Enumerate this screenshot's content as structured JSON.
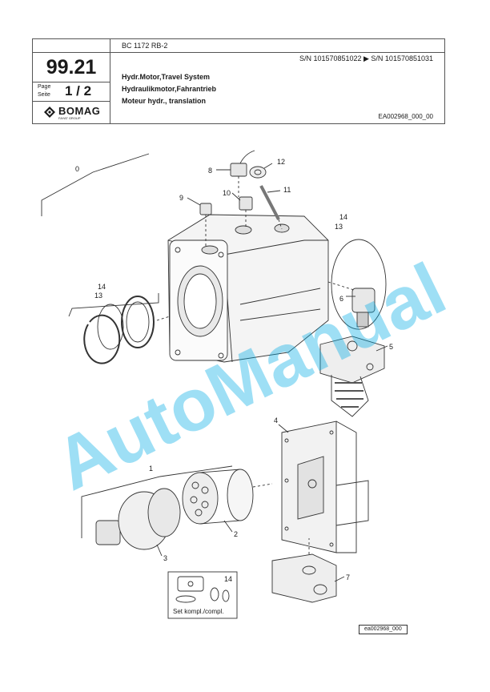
{
  "header": {
    "model": "BC 1172 RB-2",
    "serial_range": "S/N 101570851022  ▶  S/N 101570851031",
    "group_number": "99.21",
    "page_label_en": "Page",
    "page_label_de": "Seite",
    "page_value": "1 / 2",
    "titles": [
      "Hydr.Motor,Travel System",
      "Hydraulikmotor,Fahrantrieb",
      "Moteur hydr., translation"
    ],
    "doc_code": "EA002968_000_00"
  },
  "logo": {
    "name": "BOMAG",
    "subtitle": "FAYAT GROUP"
  },
  "drawing": {
    "callouts": [
      "0",
      "1",
      "2",
      "3",
      "4",
      "5",
      "6",
      "7",
      "8",
      "9",
      "10",
      "11",
      "12",
      "13",
      "14"
    ],
    "seal_kit_number": "14",
    "seal_kit_caption": "Set kompl./compl."
  },
  "watermark": "AutoManual",
  "reference_code": "ea002968_000"
}
